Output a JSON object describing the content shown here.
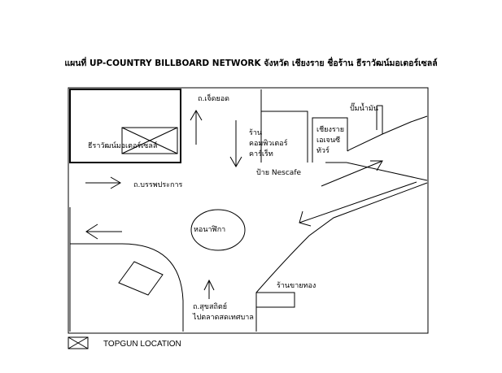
{
  "title": "แผนที่ UP-COUNTRY BILLBOARD NETWORK จังหวัด เชียงราย ชื่อร้าน ธีราวัฒน์มอเตอร์เซลล์",
  "labels": {
    "road_chetyod": "ถ.เจ็ดยอด",
    "gas_station": "ปั๊มน้ำมัน",
    "computer_shop": [
      "ร้าน",
      "คอมพิวเตอร์",
      "คาร์เร็ท"
    ],
    "chiangrai_tour": [
      "เชียงราย",
      "เอเจนซี",
      "ทัวร์"
    ],
    "theerawat": "ธีราวัฒน์มอเตอร์เซลล์",
    "nescafe_sign": "ป้าย Nescafe",
    "road_banphaprakan": "ถ.บรรพประการ",
    "clock_tower": "หอนาฬิกา",
    "gold_shop": "ร้านขายทอง",
    "road_suksathit": [
      "ถ.สุขสถิตย์",
      "ไปตลาดสดเทศบาล"
    ]
  },
  "legend": {
    "symbol": "crossed-box",
    "label": "TOPGUN LOCATION"
  }
}
